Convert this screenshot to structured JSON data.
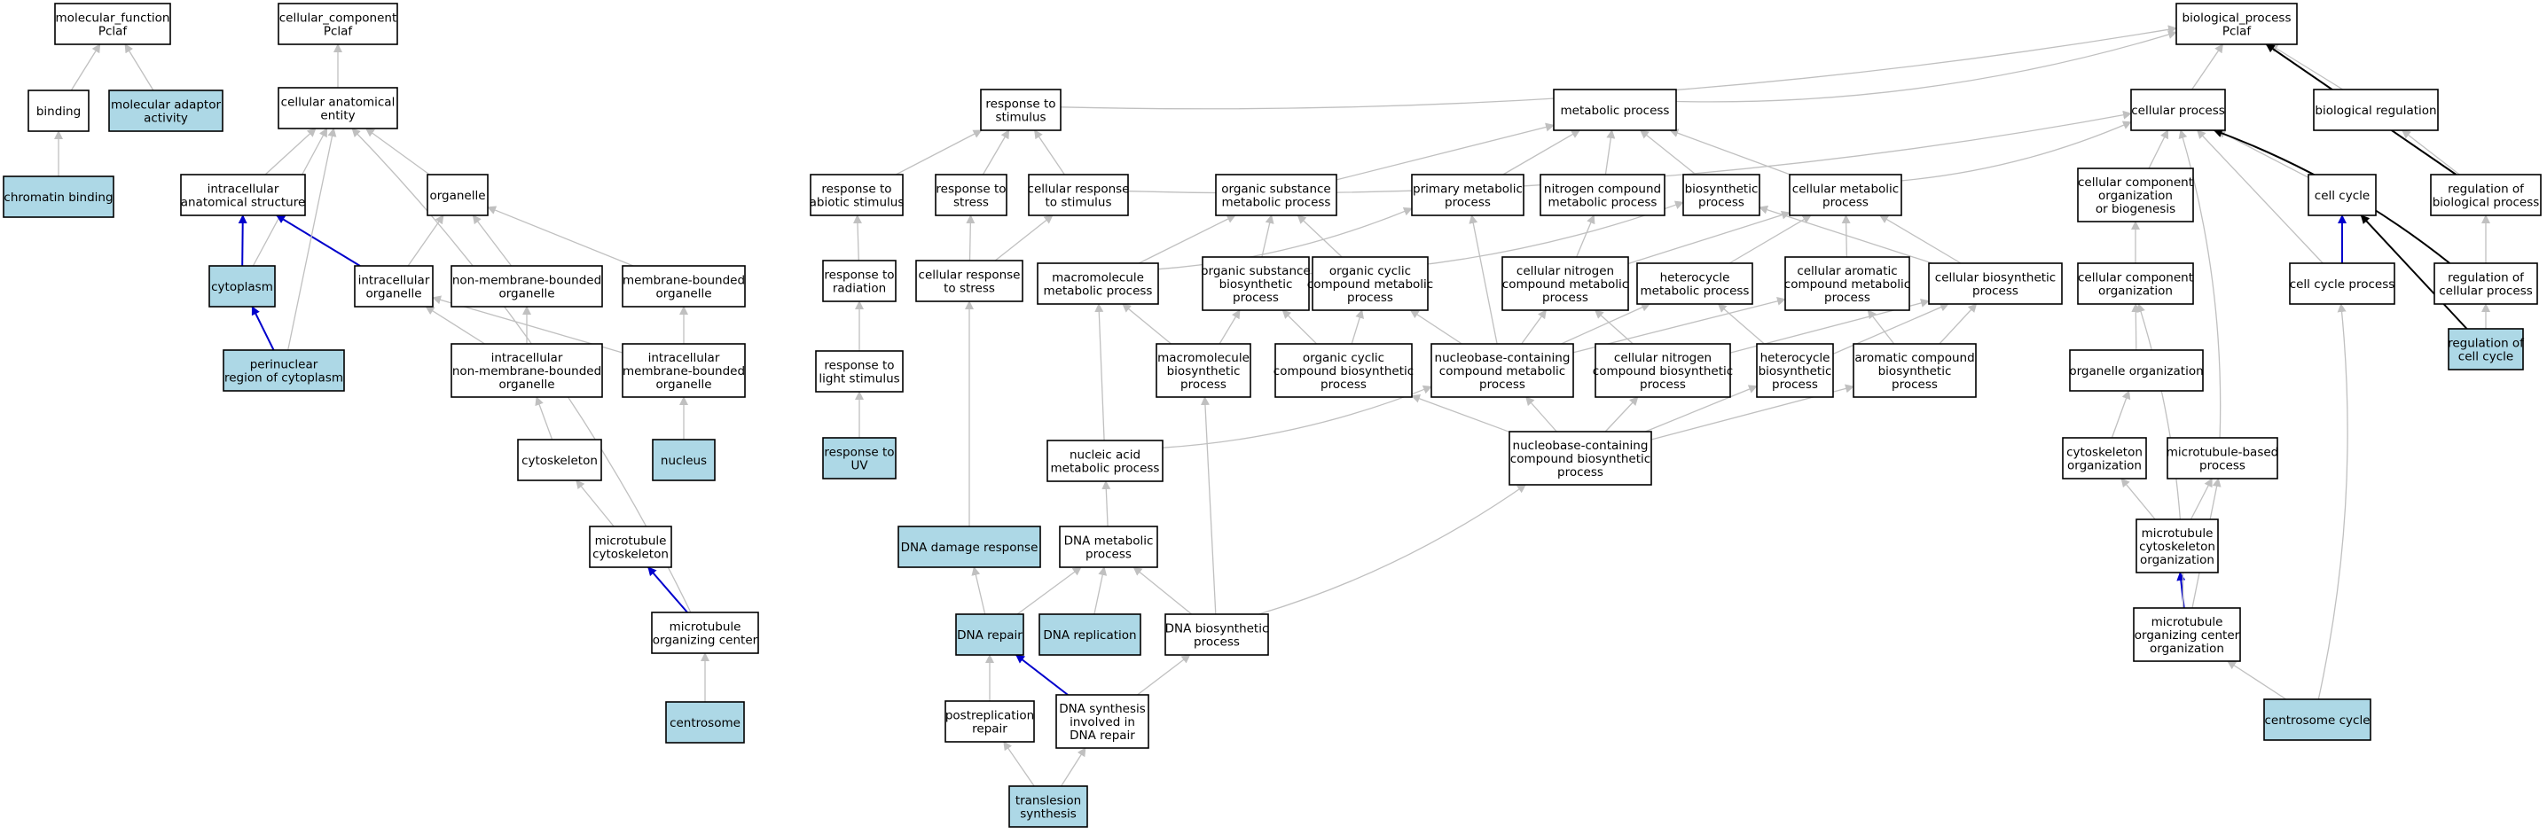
{
  "colors": {
    "node_fill": "#ffffff",
    "highlight_fill": "#add8e6",
    "edge_gray": "#c0c0c0",
    "edge_blue": "#0000cc",
    "edge_black": "#000000"
  },
  "nodes": [
    {
      "id": "mf",
      "lines": [
        "molecular_function",
        "Pclaf"
      ],
      "highlight": false
    },
    {
      "id": "binding",
      "lines": [
        "binding"
      ],
      "highlight": false
    },
    {
      "id": "molAdaptor",
      "lines": [
        "molecular adaptor",
        "activity"
      ],
      "highlight": true
    },
    {
      "id": "chromatinBinding",
      "lines": [
        "chromatin binding"
      ],
      "highlight": true
    },
    {
      "id": "cc",
      "lines": [
        "cellular_component",
        "Pclaf"
      ],
      "highlight": false
    },
    {
      "id": "cae",
      "lines": [
        "cellular anatomical",
        "entity"
      ],
      "highlight": false
    },
    {
      "id": "ias",
      "lines": [
        "intracellular",
        "anatomical structure"
      ],
      "highlight": false
    },
    {
      "id": "organelle",
      "lines": [
        "organelle"
      ],
      "highlight": false
    },
    {
      "id": "cytoplasm",
      "lines": [
        "cytoplasm"
      ],
      "highlight": true
    },
    {
      "id": "intraOrg",
      "lines": [
        "intracellular",
        "organelle"
      ],
      "highlight": false
    },
    {
      "id": "nmbo",
      "lines": [
        "non-membrane-bounded",
        "organelle"
      ],
      "highlight": false
    },
    {
      "id": "mbo",
      "lines": [
        "membrane-bounded",
        "organelle"
      ],
      "highlight": false
    },
    {
      "id": "perinuclear",
      "lines": [
        "perinuclear",
        "region of cytoplasm"
      ],
      "highlight": true
    },
    {
      "id": "inmbo",
      "lines": [
        "intracellular",
        "non-membrane-bounded",
        "organelle"
      ],
      "highlight": false
    },
    {
      "id": "imbo",
      "lines": [
        "intracellular",
        "membrane-bounded",
        "organelle"
      ],
      "highlight": false
    },
    {
      "id": "cytoskeleton",
      "lines": [
        "cytoskeleton"
      ],
      "highlight": false
    },
    {
      "id": "nucleus",
      "lines": [
        "nucleus"
      ],
      "highlight": true
    },
    {
      "id": "mtCyto",
      "lines": [
        "microtubule",
        "cytoskeleton"
      ],
      "highlight": false
    },
    {
      "id": "mtoc",
      "lines": [
        "microtubule",
        "organizing center"
      ],
      "highlight": false
    },
    {
      "id": "centrosome",
      "lines": [
        "centrosome"
      ],
      "highlight": true
    },
    {
      "id": "rts",
      "lines": [
        "response to",
        "stimulus"
      ],
      "highlight": false
    },
    {
      "id": "rtas",
      "lines": [
        "response to",
        "abiotic stimulus"
      ],
      "highlight": false
    },
    {
      "id": "rtstress",
      "lines": [
        "response to",
        "stress"
      ],
      "highlight": false
    },
    {
      "id": "crts",
      "lines": [
        "cellular response",
        "to stimulus"
      ],
      "highlight": false
    },
    {
      "id": "rtrad",
      "lines": [
        "response to",
        "radiation"
      ],
      "highlight": false
    },
    {
      "id": "crtstress",
      "lines": [
        "cellular response",
        "to stress"
      ],
      "highlight": false
    },
    {
      "id": "rtls",
      "lines": [
        "response to",
        "light stimulus"
      ],
      "highlight": false
    },
    {
      "id": "rtuv",
      "lines": [
        "response to",
        "UV"
      ],
      "highlight": true
    },
    {
      "id": "ddr",
      "lines": [
        "DNA damage response"
      ],
      "highlight": true
    },
    {
      "id": "metab",
      "lines": [
        "metabolic process"
      ],
      "highlight": false
    },
    {
      "id": "osmp",
      "lines": [
        "organic substance",
        "metabolic process"
      ],
      "highlight": false
    },
    {
      "id": "pmp",
      "lines": [
        "primary metabolic",
        "process"
      ],
      "highlight": false
    },
    {
      "id": "ncmp",
      "lines": [
        "nitrogen compound",
        "metabolic process"
      ],
      "highlight": false
    },
    {
      "id": "biosyn",
      "lines": [
        "biosynthetic",
        "process"
      ],
      "highlight": false
    },
    {
      "id": "cmp",
      "lines": [
        "cellular metabolic",
        "process"
      ],
      "highlight": false
    },
    {
      "id": "mmp",
      "lines": [
        "macromolecule",
        "metabolic process"
      ],
      "highlight": false
    },
    {
      "id": "osbp",
      "lines": [
        "organic substance",
        "biosynthetic",
        "process"
      ],
      "highlight": false
    },
    {
      "id": "occmp",
      "lines": [
        "organic cyclic",
        "compound metabolic",
        "process"
      ],
      "highlight": false
    },
    {
      "id": "cncmp",
      "lines": [
        "cellular nitrogen",
        "compound metabolic",
        "process"
      ],
      "highlight": false
    },
    {
      "id": "hmp",
      "lines": [
        "heterocycle",
        "metabolic process"
      ],
      "highlight": false
    },
    {
      "id": "cacmp",
      "lines": [
        "cellular aromatic",
        "compound metabolic",
        "process"
      ],
      "highlight": false
    },
    {
      "id": "cbp",
      "lines": [
        "cellular biosynthetic",
        "process"
      ],
      "highlight": false
    },
    {
      "id": "mbp",
      "lines": [
        "macromolecule",
        "biosynthetic",
        "process"
      ],
      "highlight": false
    },
    {
      "id": "occbp",
      "lines": [
        "organic cyclic",
        "compound biosynthetic",
        "process"
      ],
      "highlight": false
    },
    {
      "id": "nbcmp",
      "lines": [
        "nucleobase-containing",
        "compound metabolic",
        "process"
      ],
      "highlight": false
    },
    {
      "id": "cncbp",
      "lines": [
        "cellular nitrogen",
        "compound biosynthetic",
        "process"
      ],
      "highlight": false
    },
    {
      "id": "hbp",
      "lines": [
        "heterocycle",
        "biosynthetic",
        "process"
      ],
      "highlight": false
    },
    {
      "id": "acbp",
      "lines": [
        "aromatic compound",
        "biosynthetic",
        "process"
      ],
      "highlight": false
    },
    {
      "id": "namp",
      "lines": [
        "nucleic acid",
        "metabolic process"
      ],
      "highlight": false
    },
    {
      "id": "nbcbp",
      "lines": [
        "nucleobase-containing",
        "compound biosynthetic",
        "process"
      ],
      "highlight": false
    },
    {
      "id": "dnamp",
      "lines": [
        "DNA metabolic",
        "process"
      ],
      "highlight": false
    },
    {
      "id": "dnarepair",
      "lines": [
        "DNA repair"
      ],
      "highlight": true
    },
    {
      "id": "dnarep",
      "lines": [
        "DNA replication"
      ],
      "highlight": true
    },
    {
      "id": "dnabp",
      "lines": [
        "DNA biosynthetic",
        "process"
      ],
      "highlight": false
    },
    {
      "id": "postrep",
      "lines": [
        "postreplication",
        "repair"
      ],
      "highlight": false
    },
    {
      "id": "dnasyn",
      "lines": [
        "DNA synthesis",
        "involved in",
        "DNA repair"
      ],
      "highlight": false
    },
    {
      "id": "tls",
      "lines": [
        "translesion",
        "synthesis"
      ],
      "highlight": true
    },
    {
      "id": "bp",
      "lines": [
        "biological_process",
        "Pclaf"
      ],
      "highlight": false
    },
    {
      "id": "cellproc",
      "lines": [
        "cellular process"
      ],
      "highlight": false
    },
    {
      "id": "bioreg",
      "lines": [
        "biological regulation"
      ],
      "highlight": false
    },
    {
      "id": "ccob",
      "lines": [
        "cellular component",
        "organization",
        "or biogenesis"
      ],
      "highlight": false
    },
    {
      "id": "cellcycle",
      "lines": [
        "cell cycle"
      ],
      "highlight": false
    },
    {
      "id": "rbp",
      "lines": [
        "regulation of",
        "biological process"
      ],
      "highlight": false
    },
    {
      "id": "cco",
      "lines": [
        "cellular component",
        "organization"
      ],
      "highlight": false
    },
    {
      "id": "ccp",
      "lines": [
        "cell cycle process"
      ],
      "highlight": false
    },
    {
      "id": "rcp",
      "lines": [
        "regulation of",
        "cellular process"
      ],
      "highlight": false
    },
    {
      "id": "rcc",
      "lines": [
        "regulation of",
        "cell cycle"
      ],
      "highlight": true
    },
    {
      "id": "orgOrg",
      "lines": [
        "organelle organization"
      ],
      "highlight": false
    },
    {
      "id": "cskOrg",
      "lines": [
        "cytoskeleton",
        "organization"
      ],
      "highlight": false
    },
    {
      "id": "mtbp",
      "lines": [
        "microtubule-based",
        "process"
      ],
      "highlight": false
    },
    {
      "id": "mtcskOrg",
      "lines": [
        "microtubule",
        "cytoskeleton",
        "organization"
      ],
      "highlight": false
    },
    {
      "id": "mtocOrg",
      "lines": [
        "microtubule",
        "organizing center",
        "organization"
      ],
      "highlight": false
    },
    {
      "id": "centCycle",
      "lines": [
        "centrosome cycle"
      ],
      "highlight": true
    }
  ],
  "edges": [
    {
      "from": "binding",
      "to": "mf",
      "kind": "gray"
    },
    {
      "from": "molAdaptor",
      "to": "mf",
      "kind": "gray"
    },
    {
      "from": "chromatinBinding",
      "to": "binding",
      "kind": "gray"
    },
    {
      "from": "cae",
      "to": "cc",
      "kind": "gray"
    },
    {
      "from": "ias",
      "to": "cae",
      "kind": "gray"
    },
    {
      "from": "organelle",
      "to": "cae",
      "kind": "gray"
    },
    {
      "from": "cytoplasm",
      "to": "ias",
      "kind": "blue"
    },
    {
      "from": "cytoplasm",
      "to": "cae",
      "kind": "gray"
    },
    {
      "from": "intraOrg",
      "to": "ias",
      "kind": "blue"
    },
    {
      "from": "intraOrg",
      "to": "organelle",
      "kind": "gray"
    },
    {
      "from": "nmbo",
      "to": "organelle",
      "kind": "gray"
    },
    {
      "from": "mbo",
      "to": "organelle",
      "kind": "gray"
    },
    {
      "from": "perinuclear",
      "to": "cytoplasm",
      "kind": "blue"
    },
    {
      "from": "perinuclear",
      "to": "cae",
      "kind": "gray"
    },
    {
      "from": "inmbo",
      "to": "intraOrg",
      "kind": "gray"
    },
    {
      "from": "inmbo",
      "to": "nmbo",
      "kind": "gray"
    },
    {
      "from": "imbo",
      "to": "intraOrg",
      "kind": "gray"
    },
    {
      "from": "imbo",
      "to": "mbo",
      "kind": "gray"
    },
    {
      "from": "cytoskeleton",
      "to": "inmbo",
      "kind": "gray"
    },
    {
      "from": "nucleus",
      "to": "imbo",
      "kind": "gray"
    },
    {
      "from": "mtCyto",
      "to": "cytoskeleton",
      "kind": "gray"
    },
    {
      "from": "mtoc",
      "to": "mtCyto",
      "kind": "blue"
    },
    {
      "from": "mtoc",
      "to": "cae",
      "kind": "gray"
    },
    {
      "from": "centrosome",
      "to": "mtoc",
      "kind": "gray"
    },
    {
      "from": "rts",
      "to": "bp",
      "kind": "gray"
    },
    {
      "from": "rtas",
      "to": "rts",
      "kind": "gray"
    },
    {
      "from": "rtstress",
      "to": "rts",
      "kind": "gray"
    },
    {
      "from": "crts",
      "to": "rts",
      "kind": "gray"
    },
    {
      "from": "crts",
      "to": "cellproc",
      "kind": "gray"
    },
    {
      "from": "rtrad",
      "to": "rtas",
      "kind": "gray"
    },
    {
      "from": "crtstress",
      "to": "rtstress",
      "kind": "gray"
    },
    {
      "from": "crtstress",
      "to": "crts",
      "kind": "gray"
    },
    {
      "from": "rtls",
      "to": "rtrad",
      "kind": "gray"
    },
    {
      "from": "rtuv",
      "to": "rtls",
      "kind": "gray"
    },
    {
      "from": "ddr",
      "to": "crtstress",
      "kind": "gray"
    },
    {
      "from": "metab",
      "to": "bp",
      "kind": "gray"
    },
    {
      "from": "osmp",
      "to": "metab",
      "kind": "gray"
    },
    {
      "from": "pmp",
      "to": "metab",
      "kind": "gray"
    },
    {
      "from": "ncmp",
      "to": "metab",
      "kind": "gray"
    },
    {
      "from": "biosyn",
      "to": "metab",
      "kind": "gray"
    },
    {
      "from": "cmp",
      "to": "metab",
      "kind": "gray"
    },
    {
      "from": "cmp",
      "to": "cellproc",
      "kind": "gray"
    },
    {
      "from": "mmp",
      "to": "osmp",
      "kind": "gray"
    },
    {
      "from": "mmp",
      "to": "pmp",
      "kind": "gray"
    },
    {
      "from": "osbp",
      "to": "osmp",
      "kind": "gray"
    },
    {
      "from": "osbp",
      "to": "biosyn",
      "kind": "gray"
    },
    {
      "from": "occmp",
      "to": "osmp",
      "kind": "gray"
    },
    {
      "from": "cncmp",
      "to": "ncmp",
      "kind": "gray"
    },
    {
      "from": "cncmp",
      "to": "cmp",
      "kind": "gray"
    },
    {
      "from": "hmp",
      "to": "cmp",
      "kind": "gray"
    },
    {
      "from": "cacmp",
      "to": "cmp",
      "kind": "gray"
    },
    {
      "from": "cbp",
      "to": "biosyn",
      "kind": "gray"
    },
    {
      "from": "cbp",
      "to": "cmp",
      "kind": "gray"
    },
    {
      "from": "mbp",
      "to": "mmp",
      "kind": "gray"
    },
    {
      "from": "mbp",
      "to": "osbp",
      "kind": "gray"
    },
    {
      "from": "occbp",
      "to": "occmp",
      "kind": "gray"
    },
    {
      "from": "occbp",
      "to": "osbp",
      "kind": "gray"
    },
    {
      "from": "nbcmp",
      "to": "pmp",
      "kind": "gray"
    },
    {
      "from": "nbcmp",
      "to": "occmp",
      "kind": "gray"
    },
    {
      "from": "nbcmp",
      "to": "cncmp",
      "kind": "gray"
    },
    {
      "from": "nbcmp",
      "to": "hmp",
      "kind": "gray"
    },
    {
      "from": "nbcmp",
      "to": "cacmp",
      "kind": "gray"
    },
    {
      "from": "cncbp",
      "to": "cncmp",
      "kind": "gray"
    },
    {
      "from": "cncbp",
      "to": "cbp",
      "kind": "gray"
    },
    {
      "from": "hbp",
      "to": "hmp",
      "kind": "gray"
    },
    {
      "from": "hbp",
      "to": "cbp",
      "kind": "gray"
    },
    {
      "from": "acbp",
      "to": "cacmp",
      "kind": "gray"
    },
    {
      "from": "acbp",
      "to": "cbp",
      "kind": "gray"
    },
    {
      "from": "namp",
      "to": "mmp",
      "kind": "gray"
    },
    {
      "from": "namp",
      "to": "nbcmp",
      "kind": "gray"
    },
    {
      "from": "nbcbp",
      "to": "nbcmp",
      "kind": "gray"
    },
    {
      "from": "nbcbp",
      "to": "occbp",
      "kind": "gray"
    },
    {
      "from": "nbcbp",
      "to": "cncbp",
      "kind": "gray"
    },
    {
      "from": "nbcbp",
      "to": "hbp",
      "kind": "gray"
    },
    {
      "from": "nbcbp",
      "to": "acbp",
      "kind": "gray"
    },
    {
      "from": "dnamp",
      "to": "namp",
      "kind": "gray"
    },
    {
      "from": "dnarepair",
      "to": "ddr",
      "kind": "gray"
    },
    {
      "from": "dnarepair",
      "to": "dnamp",
      "kind": "gray"
    },
    {
      "from": "dnarep",
      "to": "dnamp",
      "kind": "gray"
    },
    {
      "from": "dnabp",
      "to": "dnamp",
      "kind": "gray"
    },
    {
      "from": "dnabp",
      "to": "mbp",
      "kind": "gray"
    },
    {
      "from": "dnabp",
      "to": "nbcbp",
      "kind": "gray"
    },
    {
      "from": "postrep",
      "to": "dnarepair",
      "kind": "gray"
    },
    {
      "from": "dnasyn",
      "to": "dnarepair",
      "kind": "blue"
    },
    {
      "from": "dnasyn",
      "to": "dnabp",
      "kind": "gray"
    },
    {
      "from": "tls",
      "to": "postrep",
      "kind": "gray"
    },
    {
      "from": "tls",
      "to": "dnasyn",
      "kind": "gray"
    },
    {
      "from": "cellproc",
      "to": "bp",
      "kind": "gray"
    },
    {
      "from": "bioreg",
      "to": "bp",
      "kind": "gray"
    },
    {
      "from": "rbp",
      "to": "bp",
      "kind": "black"
    },
    {
      "from": "rbp",
      "to": "bioreg",
      "kind": "gray"
    },
    {
      "from": "ccob",
      "to": "cellproc",
      "kind": "gray"
    },
    {
      "from": "cellcycle",
      "to": "cellproc",
      "kind": "gray"
    },
    {
      "from": "cco",
      "to": "ccob",
      "kind": "gray"
    },
    {
      "from": "ccp",
      "to": "cellcycle",
      "kind": "blue"
    },
    {
      "from": "ccp",
      "to": "cellproc",
      "kind": "gray"
    },
    {
      "from": "rcp",
      "to": "rbp",
      "kind": "gray"
    },
    {
      "from": "rcp",
      "to": "cellproc",
      "kind": "black"
    },
    {
      "from": "rcc",
      "to": "rcp",
      "kind": "gray"
    },
    {
      "from": "rcc",
      "to": "cellcycle",
      "kind": "black"
    },
    {
      "from": "orgOrg",
      "to": "cco",
      "kind": "gray"
    },
    {
      "from": "cskOrg",
      "to": "orgOrg",
      "kind": "gray"
    },
    {
      "from": "mtbp",
      "to": "cellproc",
      "kind": "gray"
    },
    {
      "from": "mtcskOrg",
      "to": "cskOrg",
      "kind": "gray"
    },
    {
      "from": "mtcskOrg",
      "to": "mtbp",
      "kind": "gray"
    },
    {
      "from": "mtocOrg",
      "to": "mtcskOrg",
      "kind": "blue"
    },
    {
      "from": "mtocOrg",
      "to": "mtbp",
      "kind": "gray"
    },
    {
      "from": "mtocOrg",
      "to": "cco",
      "kind": "gray"
    },
    {
      "from": "centCycle",
      "to": "mtocOrg",
      "kind": "gray"
    },
    {
      "from": "centCycle",
      "to": "ccp",
      "kind": "gray"
    }
  ]
}
